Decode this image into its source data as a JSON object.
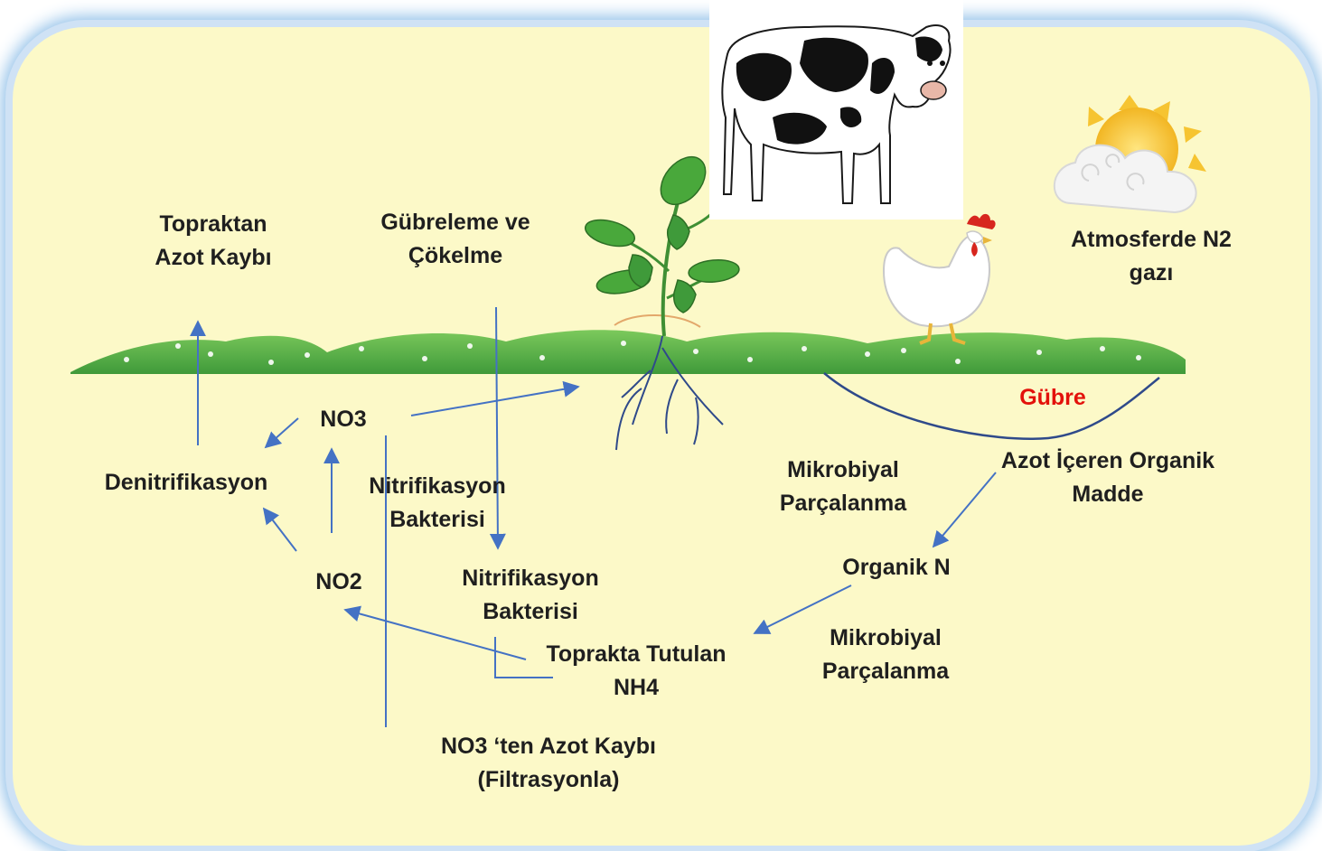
{
  "labels": {
    "topraktan_azot_kaybi": "Topraktan\nAzot Kaybı",
    "gubreleme": "Gübreleme ve\nÇökelme",
    "atmosferde_n2": "Atmosferde N2\ngazı",
    "gubre": "Gübre",
    "no3": "NO3",
    "denitrifikasyon": "Denitrifikasyon",
    "nitrifikasyon_bakterisi_1": "Nitrifikasyon\nBakterisi",
    "mikrobiyal_parcalanma_1": "Mikrobiyal\nParçalanma",
    "azot_iceren_organik_madde": "Azot İçeren Organik\nMadde",
    "no2": "NO2",
    "nitrifikasyon_bakterisi_2": "Nitrifikasyon\nBakterisi",
    "organik_n": "Organik N",
    "toprakta_tutulan_nh4": "Toprakta Tutulan\nNH4",
    "mikrobiyal_parcalanma_2": "Mikrobiyal\nParçalanma",
    "no3_azot_kaybi": "NO3 ‘ten Azot Kaybı\n(Filtrasyonla)"
  },
  "colors": {
    "background": "#fcf9c8",
    "frame_glow": "#8fbfe8",
    "arrow": "#4472c4",
    "grass": "#5fb84a",
    "gubre_text": "#e3120b",
    "text": "#1f1f1f"
  },
  "icons": {
    "cow": "cow-illustration",
    "hen": "hen-illustration",
    "weather": "sun-cloud-icon",
    "plant": "pepper-plant-illustration"
  }
}
